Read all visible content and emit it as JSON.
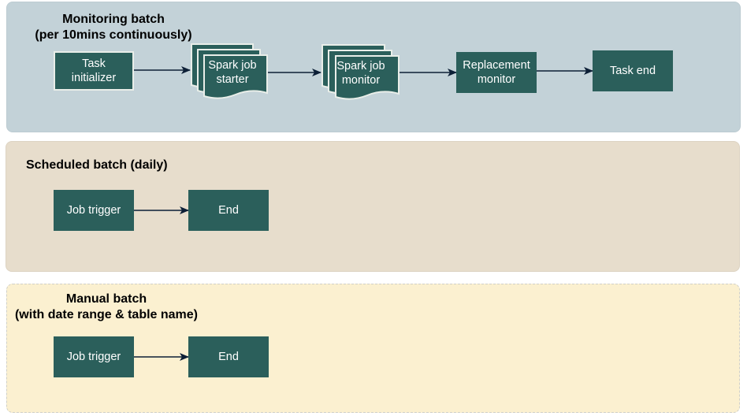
{
  "colors": {
    "node_fill": "#2b5f5b",
    "arrow": "#0c1f36",
    "monitoring_lane": "#c3d2d8",
    "scheduled_lane": "#e7ddcc",
    "manual_lane": "#fbf0d0"
  },
  "monitoring": {
    "title_line1": "Monitoring batch",
    "title_line2": "(per 10mins continuously)",
    "nodes": {
      "task_initializer": [
        "Task",
        "initializer"
      ],
      "spark_job_starter": [
        "Spark job",
        "starter"
      ],
      "spark_job_monitor": [
        "Spark job",
        "monitor"
      ],
      "replacement_monitor": [
        "Replacement",
        "monitor"
      ],
      "task_end": "Task end"
    }
  },
  "scheduled": {
    "title": "Scheduled batch (daily)",
    "nodes": {
      "job_trigger": "Job trigger",
      "end": "End"
    }
  },
  "manual": {
    "title_line1": "Manual batch",
    "title_line2": "(with date range & table name)",
    "nodes": {
      "job_trigger": "Job trigger",
      "end": "End"
    }
  }
}
